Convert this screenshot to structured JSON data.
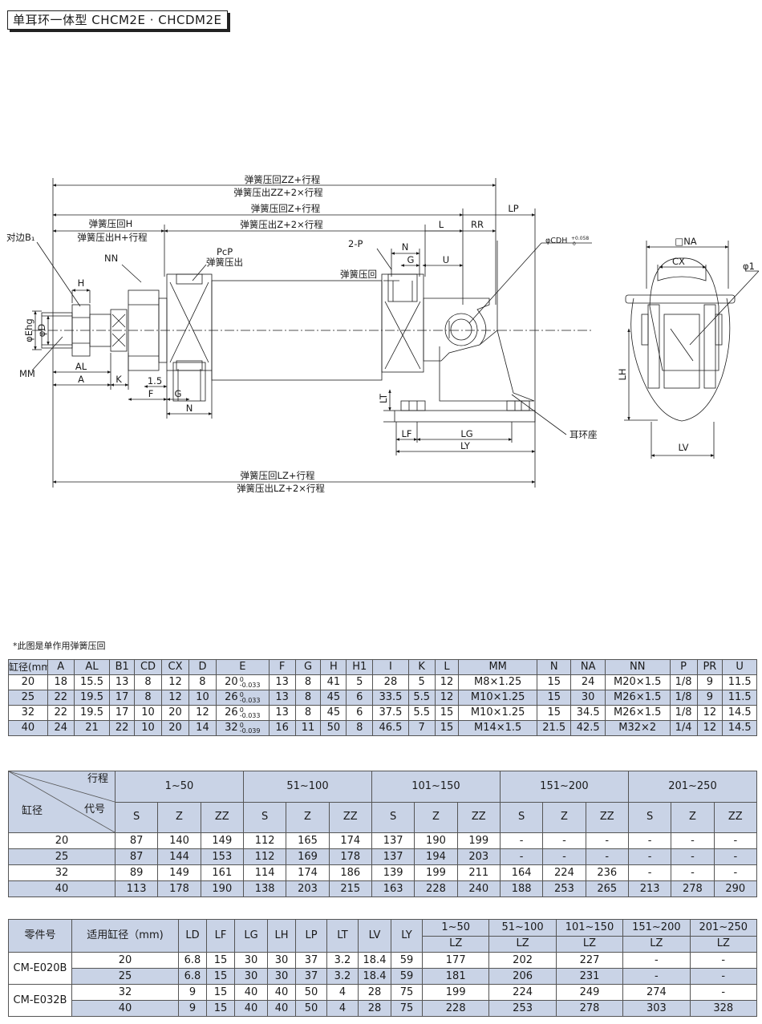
{
  "header": {
    "title": "单耳环一体型 CHCM2E · CHCDM2E"
  },
  "drawing": {
    "zz_in": "弹簧压回ZZ+行程",
    "zz_out": "弹簧压出ZZ+2×行程",
    "z_in": "弹簧压回Z+行程",
    "z_out": "弹簧压出Z+2×行程",
    "h_in": "弹簧压回H",
    "h_out": "弹簧压出H+行程",
    "lz_in": "弹簧压回LZ+行程",
    "lz_out": "弹簧压出LZ+2×行程",
    "pcp": "PcP",
    "spring_out": "弹簧压出",
    "spring_in": "弹簧压回",
    "flats": "对边B₁",
    "ear_seat": "耳环座",
    "labels": {
      "LP": "LP",
      "L": "L",
      "RR": "RR",
      "N": "N",
      "G": "G",
      "U": "U",
      "two_p": "2-P",
      "NN": "NN",
      "H": "H",
      "ehg": "φEhg",
      "d": "φD",
      "mm": "MM",
      "AL": "AL",
      "A": "A",
      "K": "K",
      "one_five": "1.5",
      "F": "F",
      "G2": "G",
      "N2": "N",
      "LT": "LT",
      "LF": "LF",
      "LG": "LG",
      "LY": "LY",
      "NA": "□NA",
      "CX": "CX",
      "phi1": "φ1",
      "LH": "LH",
      "LV": "LV",
      "cdh": "φCDH"
    }
  },
  "note": "*此图是单作用弹簧压回",
  "table1": {
    "headers": [
      "缸径(mm)",
      "A",
      "AL",
      "B1",
      "CD",
      "CX",
      "D",
      "E",
      "F",
      "G",
      "H",
      "H1",
      "I",
      "K",
      "L",
      "MM",
      "N",
      "NA",
      "NN",
      "P",
      "PR",
      "U"
    ],
    "rows": [
      [
        "20",
        "18",
        "15.5",
        "13",
        "8",
        "12",
        "8",
        "20",
        "13",
        "8",
        "41",
        "5",
        "28",
        "5",
        "12",
        "M8×1.25",
        "15",
        "24",
        "M20×1.5",
        "1/8",
        "9",
        "11.5"
      ],
      [
        "25",
        "22",
        "19.5",
        "17",
        "8",
        "12",
        "10",
        "26",
        "13",
        "8",
        "45",
        "6",
        "33.5",
        "5.5",
        "12",
        "M10×1.25",
        "15",
        "30",
        "M26×1.5",
        "1/8",
        "9",
        "11.5"
      ],
      [
        "32",
        "22",
        "19.5",
        "17",
        "10",
        "20",
        "12",
        "26",
        "13",
        "8",
        "45",
        "6",
        "37.5",
        "5.5",
        "15",
        "M10×1.25",
        "15",
        "34.5",
        "M26×1.5",
        "1/8",
        "12",
        "14.5"
      ],
      [
        "40",
        "24",
        "21",
        "22",
        "10",
        "20",
        "14",
        "32",
        "16",
        "11",
        "50",
        "8",
        "46.5",
        "7",
        "15",
        "M14×1.5",
        "21.5",
        "42.5",
        "M32×2",
        "1/4",
        "12",
        "14.5"
      ]
    ],
    "e_tol": [
      [
        "0",
        "-0.033"
      ],
      [
        "0",
        "-0.033"
      ],
      [
        "0",
        "-0.033"
      ],
      [
        "0",
        "-0.039"
      ]
    ]
  },
  "table2": {
    "corner_top": "行程",
    "corner_mid": "代号",
    "corner_bottom": "缸径",
    "ranges": [
      "1~50",
      "51~100",
      "101~150",
      "151~200",
      "201~250"
    ],
    "sub": [
      "S",
      "Z",
      "ZZ"
    ],
    "rows": [
      [
        "20",
        "87",
        "140",
        "149",
        "112",
        "165",
        "174",
        "137",
        "190",
        "199",
        "-",
        "-",
        "-",
        "-",
        "-",
        "-"
      ],
      [
        "25",
        "87",
        "144",
        "153",
        "112",
        "169",
        "178",
        "137",
        "194",
        "203",
        "-",
        "-",
        "-",
        "-",
        "-",
        "-"
      ],
      [
        "32",
        "89",
        "149",
        "161",
        "114",
        "174",
        "186",
        "139",
        "199",
        "211",
        "164",
        "224",
        "236",
        "-",
        "-",
        "-"
      ],
      [
        "40",
        "113",
        "178",
        "190",
        "138",
        "203",
        "215",
        "163",
        "228",
        "240",
        "188",
        "253",
        "265",
        "213",
        "278",
        "290"
      ]
    ]
  },
  "table3": {
    "headers": [
      "零件号",
      "适用缸径（mm)",
      "LD",
      "LF",
      "LG",
      "LH",
      "LP",
      "LT",
      "LV",
      "LY"
    ],
    "ranges": [
      "1~50",
      "51~100",
      "101~150",
      "151~200",
      "201~250"
    ],
    "lz": "LZ",
    "parts": [
      "CM-E020B",
      "CM-E032B"
    ],
    "rows": [
      [
        "20",
        "6.8",
        "15",
        "30",
        "30",
        "37",
        "3.2",
        "18.4",
        "59",
        "177",
        "202",
        "227",
        "-",
        "-"
      ],
      [
        "25",
        "6.8",
        "15",
        "30",
        "30",
        "37",
        "3.2",
        "18.4",
        "59",
        "181",
        "206",
        "231",
        "-",
        "-"
      ],
      [
        "32",
        "9",
        "15",
        "40",
        "40",
        "50",
        "4",
        "28",
        "75",
        "199",
        "224",
        "249",
        "274",
        "-"
      ],
      [
        "40",
        "9",
        "15",
        "40",
        "40",
        "50",
        "4",
        "28",
        "75",
        "228",
        "253",
        "278",
        "303",
        "328"
      ]
    ]
  }
}
